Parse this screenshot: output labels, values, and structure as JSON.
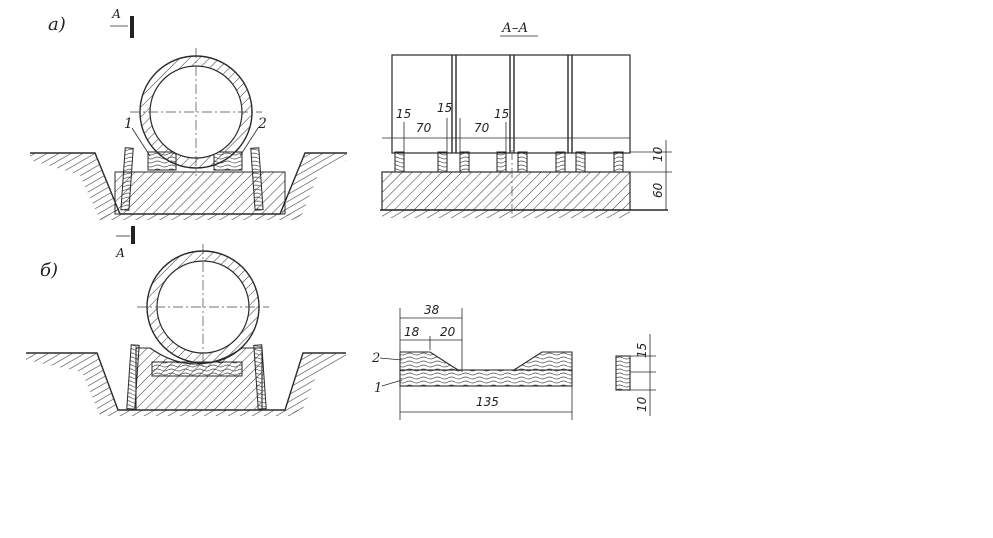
{
  "labels": {
    "variant_a": "а)",
    "variant_b": "б)",
    "section_mark_top": "А",
    "section_mark_bottom": "А",
    "section_title": "А–А",
    "part_1": "1",
    "part_2": "2",
    "part_1b": "1",
    "part_2b": "2"
  },
  "dims_section": {
    "d15_a": "15",
    "d70_a": "70",
    "d15_b": "15",
    "d70_b": "70",
    "d15_c": "15",
    "d10": "10",
    "d60": "60"
  },
  "dims_detail": {
    "d38": "38",
    "d18": "18",
    "d20": "20",
    "d135": "135",
    "d15": "15",
    "d10": "10"
  }
}
